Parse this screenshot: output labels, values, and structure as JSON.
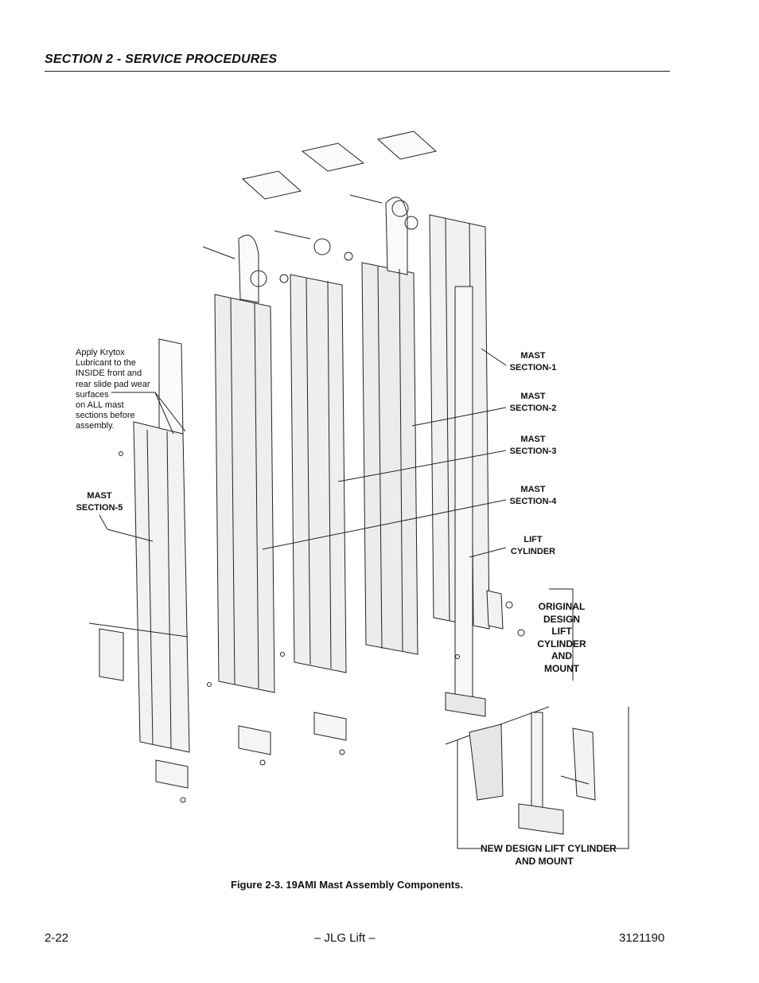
{
  "header": {
    "title": "SECTION 2 - SERVICE PROCEDURES"
  },
  "figure": {
    "note": [
      "Apply Krytox",
      "Lubricant to the",
      "INSIDE front and",
      "rear slide pad wear",
      "surfaces",
      "on ALL mast",
      "sections before",
      "assembly."
    ],
    "labels": {
      "mast1": [
        "MAST",
        "SECTION-1"
      ],
      "mast2": [
        "MAST",
        "SECTION-2"
      ],
      "mast3": [
        "MAST",
        "SECTION-3"
      ],
      "mast4": [
        "MAST",
        "SECTION-4"
      ],
      "mast5": [
        "MAST",
        "SECTION-5"
      ],
      "lift": [
        "LIFT",
        "CYLINDER"
      ],
      "original": [
        "ORIGINAL",
        "DESIGN",
        "LIFT",
        "CYLINDER",
        "AND",
        "MOUNT"
      ],
      "newdesign": [
        "NEW DESIGN LIFT CYLINDER",
        "AND MOUNT"
      ]
    },
    "caption": "Figure 2-3.  19AMI Mast Assembly Components."
  },
  "footer": {
    "page": "2-22",
    "center": "– JLG Lift –",
    "doc": "3121190"
  }
}
